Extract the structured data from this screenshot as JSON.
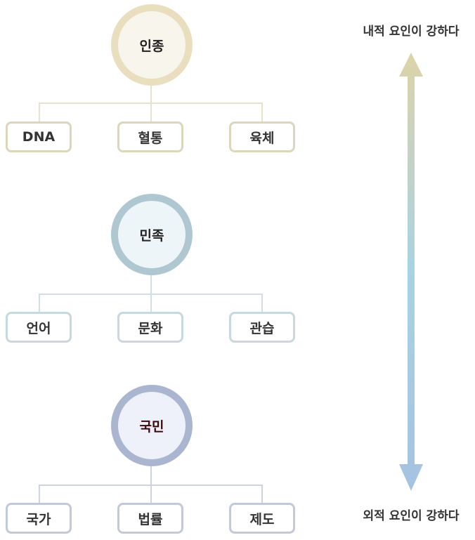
{
  "groups": [
    {
      "title": "인종",
      "items": [
        "DNA",
        "혈통",
        "육체"
      ],
      "ring": "#e9dfbf",
      "fill": "#f8f5ec",
      "border": "#dcd7bc",
      "line": "#e6e2cc",
      "title_color": "#222222"
    },
    {
      "title": "민족",
      "items": [
        "언어",
        "문화",
        "관습"
      ],
      "ring": "#aec7d0",
      "fill": "#eef5f8",
      "border": "#c7d8de",
      "line": "#cfdfe4",
      "title_color": "#222222"
    },
    {
      "title": "국민",
      "items": [
        "국가",
        "법률",
        "제도"
      ],
      "ring": "#aab6cf",
      "fill": "#eff1fa",
      "border": "#c2c9d9",
      "line": "#cdd3e1",
      "title_color": "#3a0a0a"
    }
  ],
  "axis": {
    "top_label": "내적 요인이 강하다",
    "bottom_label": "외적 요인이 강하다",
    "top_color": "#ddd3a8",
    "mid_color": "#a8d3e3",
    "bottom_color": "#a6c2e1"
  }
}
